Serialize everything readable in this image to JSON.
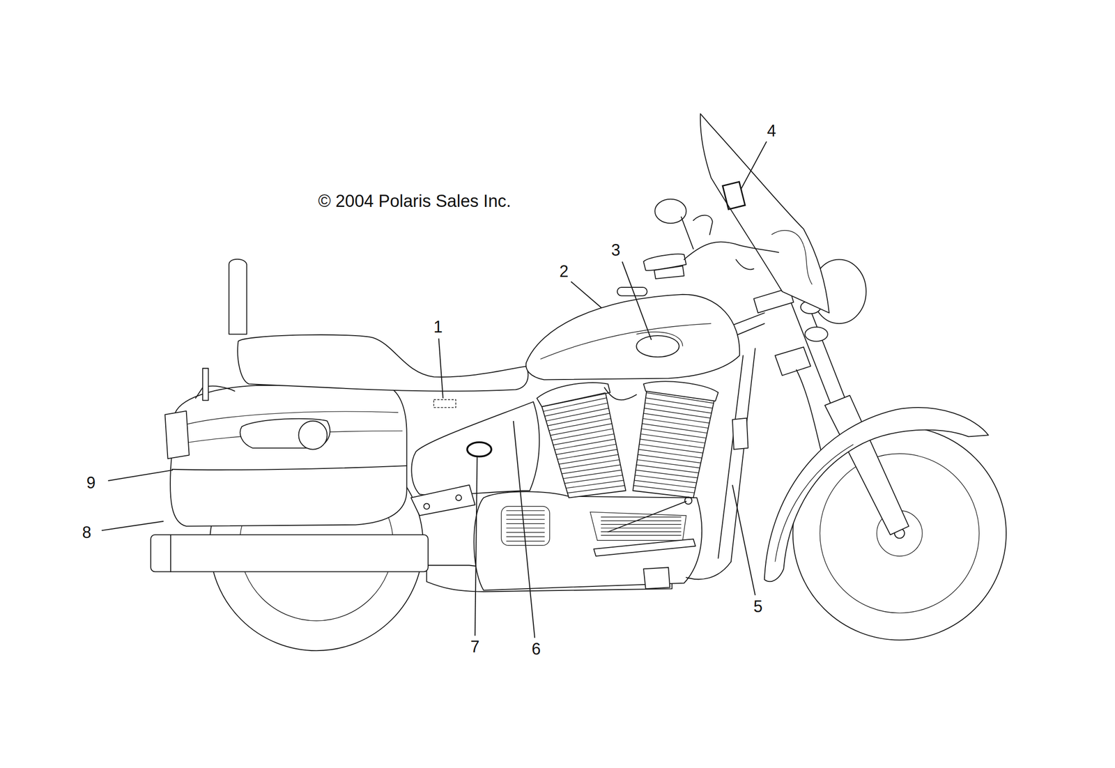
{
  "diagram": {
    "labels": [
      "© 2004 Polaris Sales Inc.",
      "1",
      "2",
      "3",
      "4",
      "5",
      "6",
      "7",
      "8",
      "9"
    ]
  }
}
